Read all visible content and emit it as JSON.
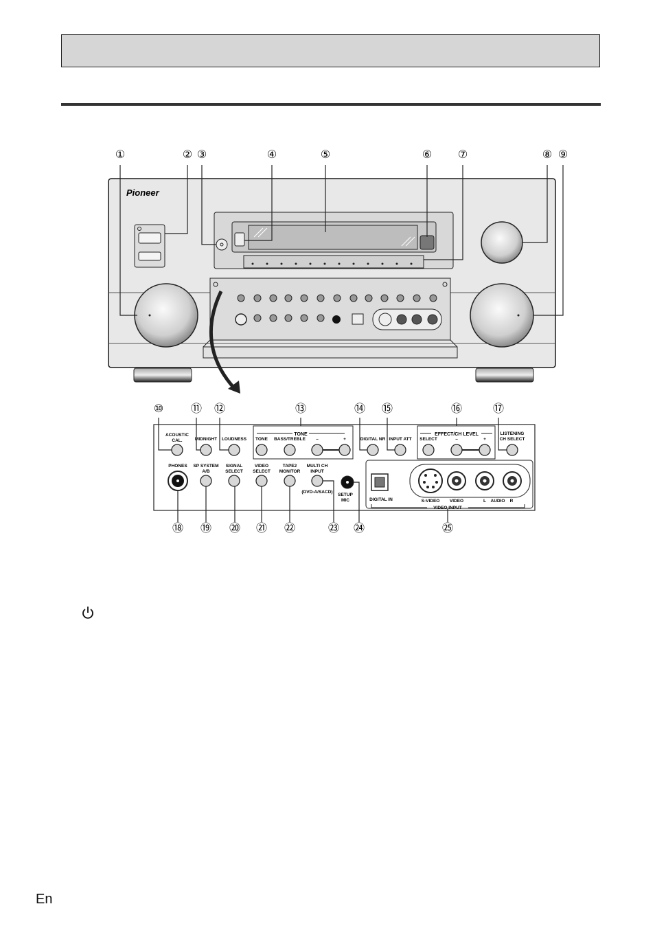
{
  "page": {
    "language_code": "En"
  },
  "colors": {
    "panel": "#e6e6e6",
    "outline": "#1a1a1a",
    "header_fill": "#d6d6d6",
    "rule": "#333333"
  },
  "front_panel": {
    "brand": "Pioneer",
    "callouts": [
      "①",
      "②",
      "③",
      "④",
      "⑤",
      "⑥",
      "⑦",
      "⑧",
      "⑨"
    ]
  },
  "detail_panel": {
    "top_callouts": [
      "⑩",
      "⑪",
      "⑫",
      "⑬",
      "⑭",
      "⑮",
      "⑯",
      "⑰"
    ],
    "bottom_callouts": [
      "⑱",
      "⑲",
      "⑳",
      "㉑",
      "㉒",
      "㉓",
      "㉔",
      "㉕"
    ],
    "tone_group": "TONE",
    "effect_group": "EFFECT/CH LEVEL",
    "top_buttons": [
      {
        "line1": "ACOUSTIC",
        "line2": "CAL."
      },
      {
        "line1": "MIDNIGHT",
        "line2": ""
      },
      {
        "line1": "LOUDNESS",
        "line2": ""
      },
      {
        "line1": "TONE",
        "line2": ""
      },
      {
        "line1": "BASS/TREBLE",
        "line2": ""
      },
      {
        "line1": "–",
        "line2": ""
      },
      {
        "line1": "+",
        "line2": ""
      },
      {
        "line1": "DIGITAL NR",
        "line2": ""
      },
      {
        "line1": "INPUT ATT",
        "line2": ""
      },
      {
        "line1": "SELECT",
        "line2": ""
      },
      {
        "line1": "–",
        "line2": ""
      },
      {
        "line1": "+",
        "line2": ""
      },
      {
        "line1": "LISTENING",
        "line2": "CH SELECT"
      }
    ],
    "bottom_buttons": [
      {
        "line1": "PHONES",
        "line2": ""
      },
      {
        "line1": "SP SYSTEM",
        "line2": "A/B"
      },
      {
        "line1": "SIGNAL",
        "line2": "SELECT"
      },
      {
        "line1": "VIDEO",
        "line2": "SELECT"
      },
      {
        "line1": "TAPE2",
        "line2": "MONITOR"
      },
      {
        "line1": "MULTI CH",
        "line2": "INPUT"
      }
    ],
    "multi_ch_sub": "(DVD-A/SACD)",
    "setup_mic": {
      "line1": "SETUP",
      "line2": "MIC"
    },
    "digital_in": "DIGITAL IN",
    "video_input": {
      "s_video": "S-VIDEO",
      "video": "VIDEO",
      "l": "L",
      "audio": "AUDIO",
      "r": "R",
      "group": "VIDEO INPUT"
    }
  }
}
